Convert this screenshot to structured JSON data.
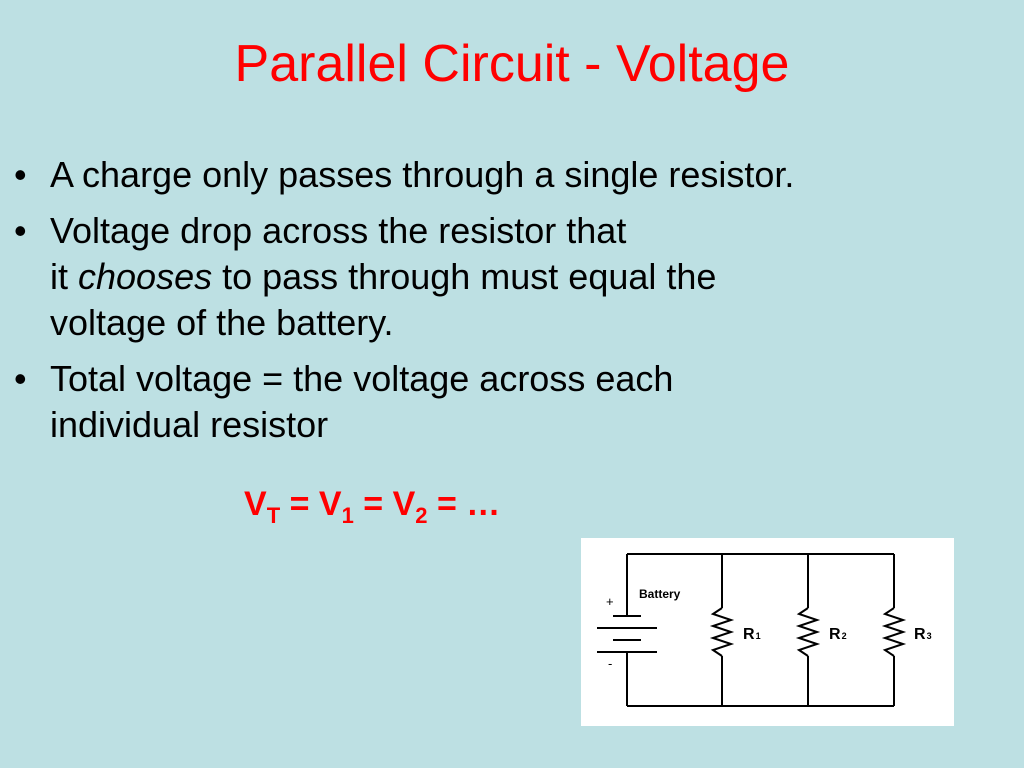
{
  "slide": {
    "title": "Parallel Circuit - Voltage",
    "bullets": [
      {
        "parts": [
          "A charge only passes through a single resistor."
        ]
      },
      {
        "parts": [
          "Voltage drop across the resistor that",
          "it ",
          "chooses",
          " to pass through must equal the",
          "voltage of the battery."
        ]
      },
      {
        "parts": [
          "Total voltage = the voltage across each",
          "individual resistor"
        ]
      }
    ],
    "bullet_glyph": "•",
    "formula": {
      "v": "V",
      "sub_t": "T",
      "sub_1": "1",
      "sub_2": "2",
      "eq": " = ",
      "ellipsis": "…"
    }
  },
  "circuit": {
    "battery_label": "Battery",
    "plus": "+",
    "minus": "-",
    "resistors": [
      {
        "letter": "R",
        "index": "1"
      },
      {
        "letter": "R",
        "index": "2"
      },
      {
        "letter": "R",
        "index": "3"
      }
    ]
  },
  "colors": {
    "background": "#bde0e3",
    "title": "#ff0000",
    "formula": "#ff0000",
    "text": "#000000"
  }
}
